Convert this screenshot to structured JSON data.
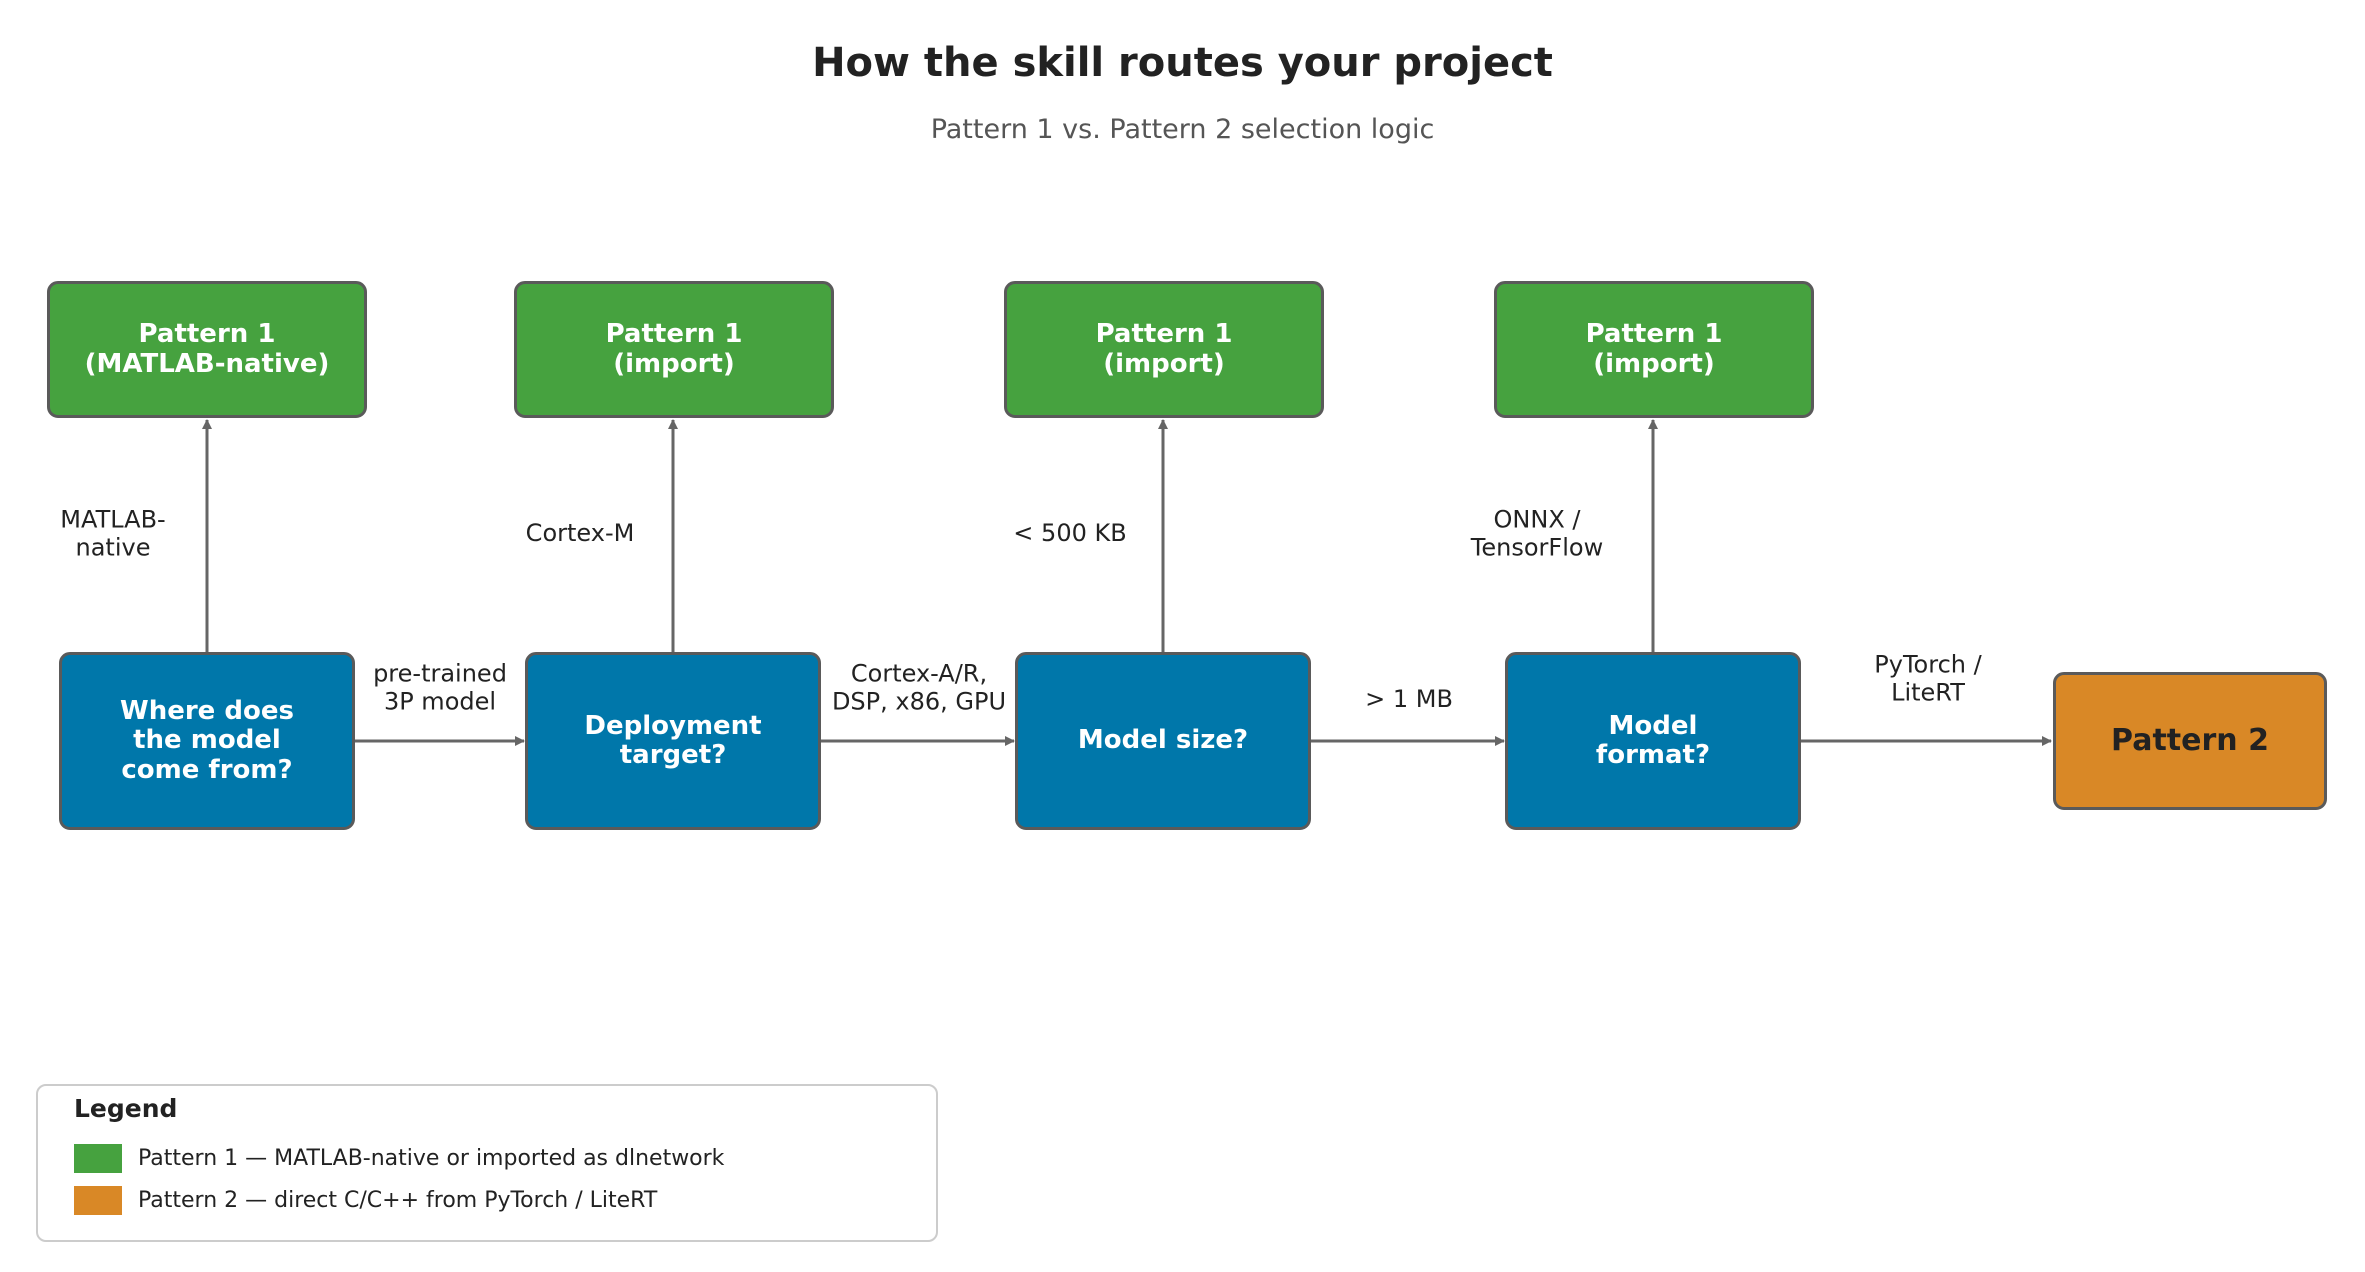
{
  "title": "How the skill routes your project",
  "subtitle": "Pattern 1 vs. Pattern 2 selection logic",
  "colors": {
    "decision": "#0077aa",
    "pattern1": "#46a23f",
    "pattern2": "#d98826",
    "border": "#5a5a5a",
    "arrow": "#666666"
  },
  "nodes": {
    "q_source": "Where does\nthe model\ncome from?",
    "q_target": "Deployment\ntarget?",
    "q_size": "Model size?",
    "q_format": "Model\nformat?",
    "p1_native": "Pattern 1\n(MATLAB-native)",
    "p1_import_target": "Pattern 1\n(import)",
    "p1_import_size": "Pattern 1\n(import)",
    "p1_import_format": "Pattern 1\n(import)",
    "p2": "Pattern 2"
  },
  "edges": {
    "source_to_native": "MATLAB-\nnative",
    "source_to_target": "pre-trained\n3P model",
    "target_to_import": "Cortex-M",
    "target_to_size": "Cortex-A/R,\nDSP, x86, GPU",
    "size_to_import": "< 500 KB",
    "size_to_format": "> 1 MB",
    "format_to_import": "ONNX /\nTensorFlow",
    "format_to_p2": "PyTorch /\nLiteRT"
  },
  "legend": {
    "title": "Legend",
    "items": [
      {
        "label": "Pattern 1 — MATLAB-native or imported as dlnetwork",
        "color": "#46a23f"
      },
      {
        "label": "Pattern 2 — direct C/C++ from PyTorch / LiteRT",
        "color": "#d98826"
      }
    ]
  }
}
